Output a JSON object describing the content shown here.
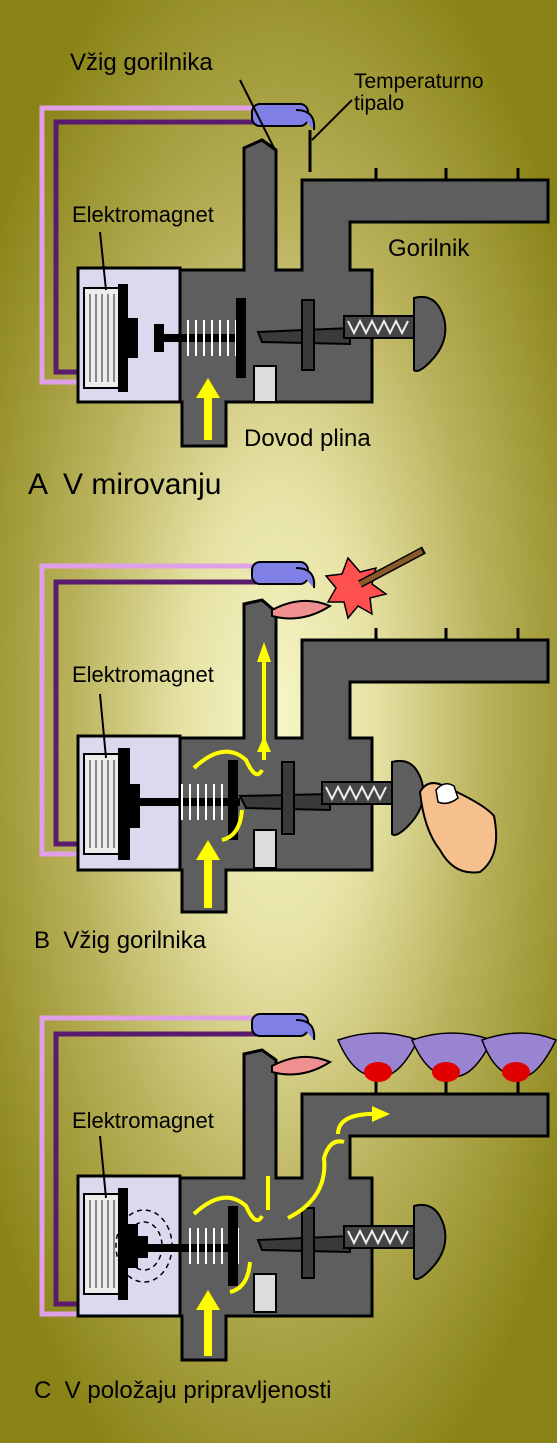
{
  "panels": {
    "a": {
      "caption": "A  V mirovanju"
    },
    "b": {
      "caption": "B  Vžig gorilnika"
    },
    "c": {
      "caption": "C  V položaju pripravljenosti"
    }
  },
  "labels": {
    "ignition": "Vžig gorilnika",
    "sensor_line1": "Temperaturno",
    "sensor_line2": "tipalo",
    "electromagnet": "Elektromagnet",
    "burner": "Gorilnik",
    "gas_supply": "Dovod plina"
  },
  "colors": {
    "body": "#5e5e5e",
    "outline": "#000000",
    "magnet_housing": "#dcd9ee",
    "thermocouple": "#7f7fe6",
    "gas_arrow": "#ffff00",
    "wire_outer": "#e0a0e8",
    "wire_inner": "#5a1a6e",
    "pilot_flame": "#f08f90",
    "burner_flame": "#9a84d2",
    "flame_core": "#e00000",
    "finger": "#f6c08e",
    "spark": "#ff5050"
  }
}
